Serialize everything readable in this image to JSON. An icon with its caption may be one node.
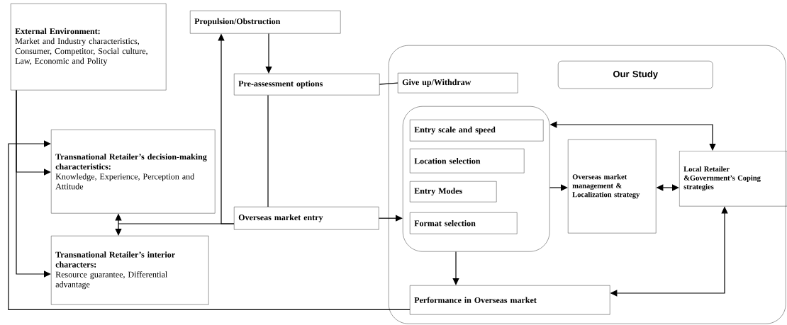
{
  "diagram": {
    "nodes": [
      {
        "text": [
          "External Environment:",
          "Market and Industry characteristics, Consumer, Competitor, Social culture, Law, Economic and Polity"
        ]
      },
      {
        "text": [
          "Propulsion/Obstruction"
        ]
      },
      {
        "text": [
          "Pre-assessment options"
        ]
      },
      {
        "text": [
          "Give up/Withdraw"
        ],
        "in": 4
      },
      {
        "text": [],
        "shape": "box"
      },
      {
        "text": [
          "Our Study"
        ],
        "in": 4
      },
      {
        "text": [],
        "shape": "box",
        "in": 4
      },
      {
        "text": [
          "Entry scale and speed"
        ],
        "in": 6
      },
      {
        "text": [
          "Location selection"
        ],
        "in": 6
      },
      {
        "text": [
          "Entry Modes"
        ],
        "in": 6
      },
      {
        "text": [
          "Format selection"
        ],
        "in": 6
      },
      {
        "text": [
          "Overseas market management & Localization strategy"
        ],
        "in": 4
      },
      {
        "text": [
          "Local Retailer &Government’s Coping strategies"
        ],
        "in": 4
      },
      {
        "text": [
          "Performance in Overseas market"
        ],
        "in": 4
      },
      {
        "text": [
          "Transnational Retailer’s decision-making characteristics:",
          "Knowledge, Experience, Perception and Attitude"
        ]
      },
      {
        "text": [
          "Transnational Retailer’s interior characters:",
          "Resource guarantee, Differential advantage"
        ]
      },
      {
        "text": [
          "Overseas market entry"
        ]
      }
    ],
    "edges": [
      {
        "from": 0,
        "to": 14,
        "arrow": "to"
      },
      {
        "from": 0,
        "to": 15,
        "arrow": "to"
      },
      {
        "from": 13,
        "to": 14,
        "arrow": "to"
      },
      {
        "from": 14,
        "to": 15,
        "arrow": "both"
      },
      {
        "from": 14,
        "to": 16,
        "arrow": "none"
      },
      {
        "from": 16,
        "to": 1,
        "arrow": "to"
      },
      {
        "from": 1,
        "to": 2,
        "arrow": "to"
      },
      {
        "from": 2,
        "to": 16,
        "arrow": "none"
      },
      {
        "from": 2,
        "to": 3,
        "arrow": "none"
      },
      {
        "from": 16,
        "to": 6,
        "arrow": "to"
      },
      {
        "from": 6,
        "to": 11,
        "arrow": "to"
      },
      {
        "from": 11,
        "to": 12,
        "arrow": "both"
      },
      {
        "from": 12,
        "to": 6,
        "arrow": "both"
      },
      {
        "from": 6,
        "to": 13,
        "arrow": "to"
      },
      {
        "from": 12,
        "to": 13,
        "arrow": "both"
      }
    ]
  }
}
